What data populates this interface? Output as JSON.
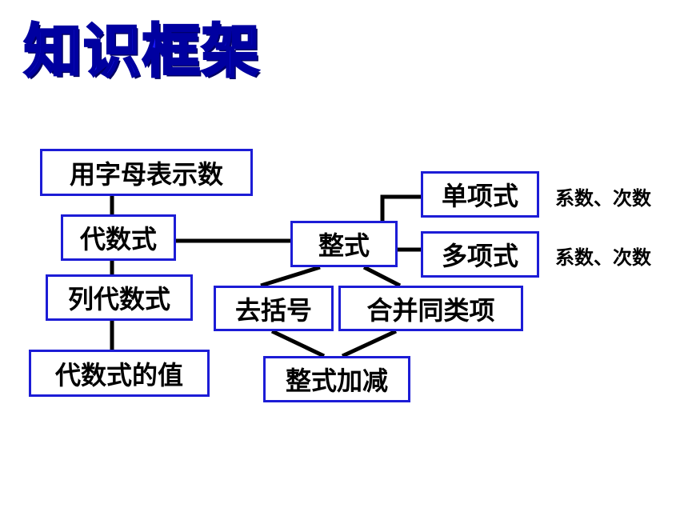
{
  "title": "知识框架",
  "nodes": {
    "yongzimu": "用字母表示数",
    "daishushi": "代数式",
    "liedaishushi": "列代数式",
    "daishushizhi": "代数式的值",
    "zhengshi": "整式",
    "danxiangshi": "单项式",
    "duoxiangshi": "多项式",
    "qukuohao": "去括号",
    "hebing": "合并同类项",
    "zhengshijiajian": "整式加减"
  },
  "notes": {
    "dan": "系数、次数",
    "duo": "系数、次数"
  },
  "colors": {
    "title": "#1a1aff",
    "box_border": "#1c1cd6",
    "line": "#000000"
  }
}
